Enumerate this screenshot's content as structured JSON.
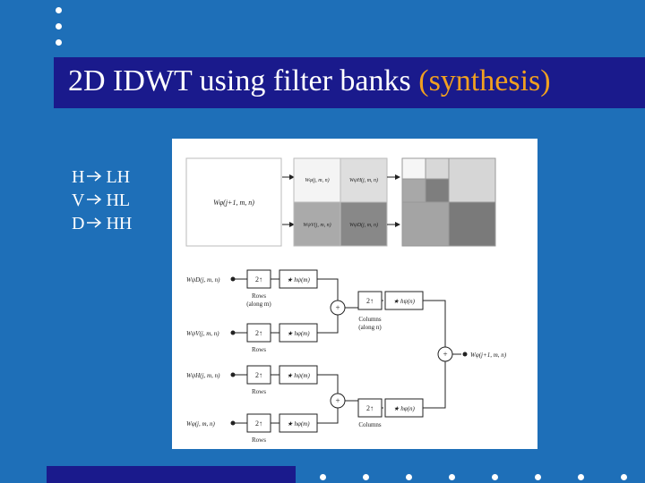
{
  "slide": {
    "title_main": "2D IDWT using filter banks ",
    "title_highlight": "(synthesis)",
    "colors": {
      "background": "#1e6fb8",
      "title_band": "#1a1a8c",
      "highlight": "#f0a020"
    }
  },
  "mapping": [
    {
      "from": "H",
      "to": "LH"
    },
    {
      "from": "V",
      "to": "HL"
    },
    {
      "from": "D",
      "to": "HH"
    }
  ],
  "arrow_icon": "right-arrow-icon",
  "figure": {
    "top_left_label": "Wφ(j+1, m, n)",
    "quad_tl": "Wφ(j, m, n)",
    "quad_tr": "WψH(j, m, n)",
    "quad_bl": "WψV(j, m, n)",
    "quad_br": "WψD(j, m, n)",
    "inputs": [
      "WψD(j, m, n)",
      "WψV(j, m, n)",
      "WψH(j, m, n)",
      "Wφ(j, m, n)"
    ],
    "upsample": "2↑",
    "filters_rows": [
      "★ hψ(m)",
      "★ hφ(m)",
      "★ hψ(m)",
      "★ hφ(m)"
    ],
    "rows_first": "Rows",
    "rows_along": "(along m)",
    "rows": "Rows",
    "columns_first": "Columns",
    "columns_along": "(along n)",
    "columns": "Columns",
    "filters_cols": [
      "★ hψ(n)",
      "★ hφ(n)"
    ],
    "plus": "+",
    "output": "Wφ(j+1, m, n)"
  }
}
